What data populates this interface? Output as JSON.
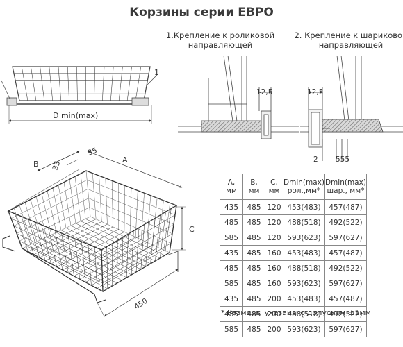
{
  "title": "Корзины серии ЕВРО",
  "captions": {
    "roller": [
      "1.Крепление к роликовой",
      "направляющей"
    ],
    "ball": [
      "2. Крепление к шариковой",
      "направляющей"
    ]
  },
  "labels": {
    "d_min_max": "D min(max)",
    "callout_1": "1",
    "dim_12_5_a": "12,5",
    "dim_12_5_b": "12,5",
    "dim_2": "2",
    "dim_555": "555",
    "dim_a": "A",
    "dim_b": "B",
    "dim_c": "C",
    "dim_35_a": "35",
    "dim_35_b": "35",
    "dim_450": "450"
  },
  "table": {
    "headers": [
      [
        "A,",
        "мм"
      ],
      [
        "B,",
        "мм"
      ],
      [
        "C,",
        "мм"
      ],
      [
        "Dmin(max)",
        "рол.,мм*"
      ],
      [
        "Dmin(max)",
        "шар., мм*"
      ]
    ],
    "rows": [
      [
        "435",
        "485",
        "120",
        "453(483)",
        "457(487)"
      ],
      [
        "485",
        "485",
        "120",
        "488(518)",
        "492(522)"
      ],
      [
        "585",
        "485",
        "120",
        "593(623)",
        "597(627)"
      ],
      [
        "435",
        "485",
        "160",
        "453(483)",
        "457(487)"
      ],
      [
        "485",
        "485",
        "160",
        "488(518)",
        "492(522)"
      ],
      [
        "585",
        "485",
        "160",
        "593(623)",
        "597(627)"
      ],
      [
        "435",
        "485",
        "200",
        "453(483)",
        "457(487)"
      ],
      [
        "485",
        "485",
        "200",
        "488(518)",
        "492(522)"
      ],
      [
        "585",
        "485",
        "200",
        "593(623)",
        "597(627)"
      ]
    ]
  },
  "note": "* Размеры указаны с допуском ±1мм"
}
